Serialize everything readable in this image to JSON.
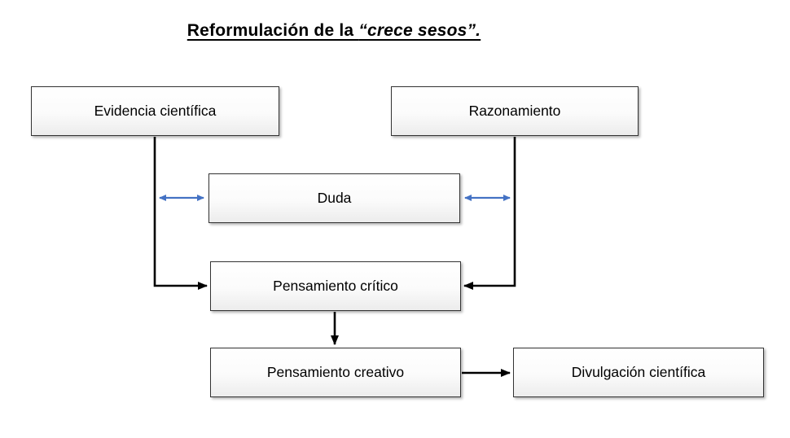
{
  "title": {
    "prefix": "Reformulación de la ",
    "emphasis": "“crece sesos”."
  },
  "boxes": {
    "evidencia": {
      "label": "Evidencia científica"
    },
    "razonamiento": {
      "label": "Razonamiento"
    },
    "duda": {
      "label": "Duda"
    },
    "critico": {
      "label": "Pensamiento crítico"
    },
    "creativo": {
      "label": "Pensamiento creativo"
    },
    "divulgacion": {
      "label": "Divulgación científica"
    }
  },
  "colors": {
    "connector": "#000000",
    "bidirectional_arrow": "#4472c4",
    "box_border": "#333333"
  }
}
